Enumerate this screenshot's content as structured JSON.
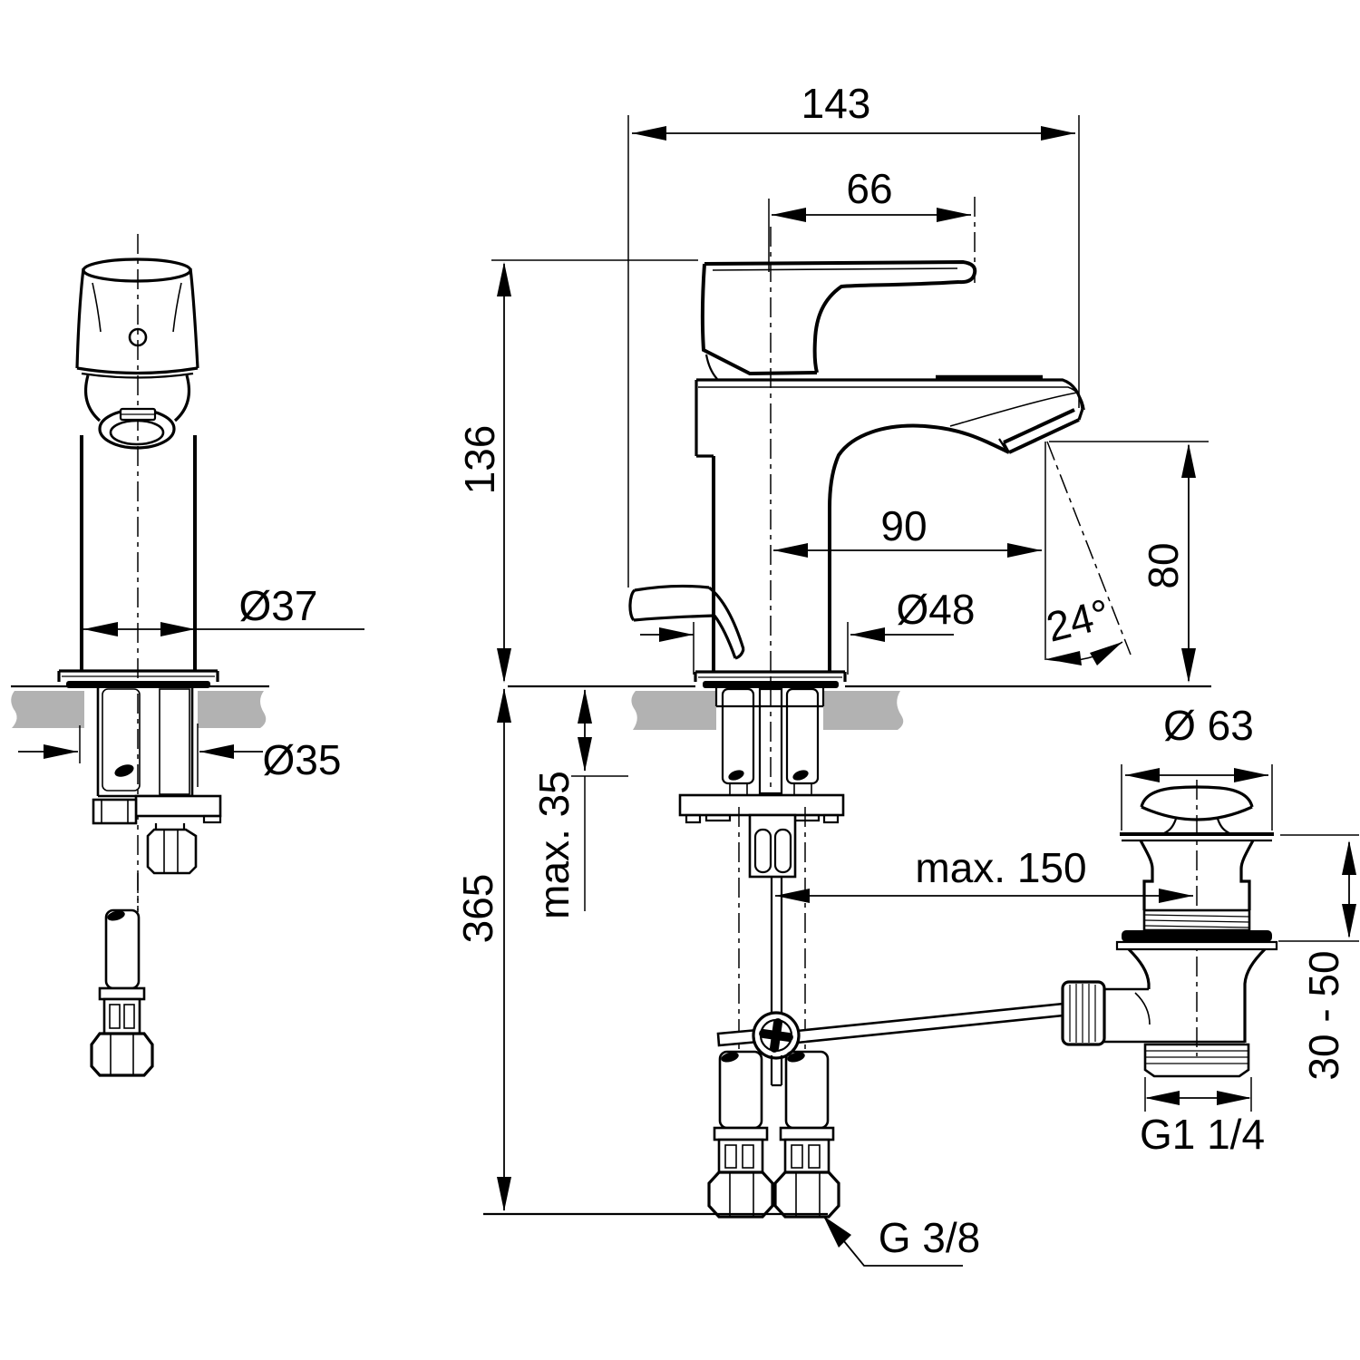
{
  "drawing": {
    "kind": "faucet-installation-technical-drawing",
    "colors": {
      "line": "#000000",
      "deck": "#b2b2b2",
      "background": "#ffffff"
    },
    "dimensions": {
      "overall_depth": "143",
      "handle_reach": "66",
      "height_above_deck": "136",
      "spout_reach": "90",
      "base_diameter": "Ø48",
      "body_diameter": "Ø37",
      "shank_diameter": "Ø35",
      "outlet_height": "80",
      "outlet_angle": "24°",
      "max_deck_thickness": "max. 35",
      "height_below_deck": "365",
      "max_waste_distance": "max. 150",
      "waste_flange_diameter": "Ø 63",
      "waste_deck_clamp_range": "30 - 50",
      "waste_thread": "G1 1/4",
      "supply_thread": "G 3/8"
    }
  }
}
